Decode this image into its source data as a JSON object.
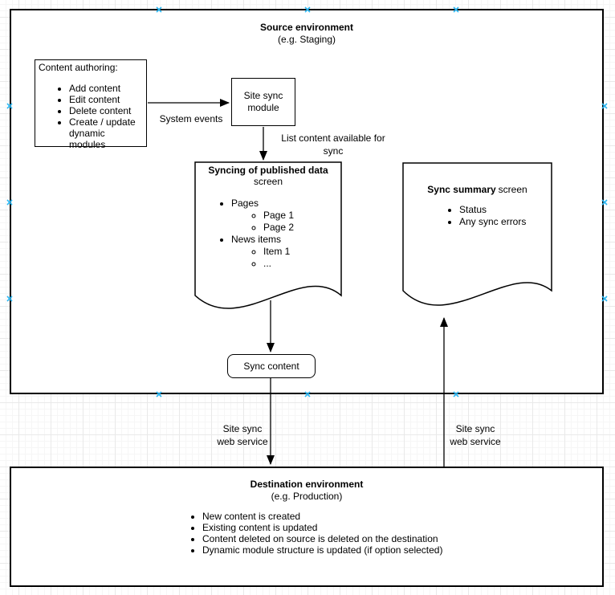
{
  "colors": {
    "stroke": "#000000",
    "background": "#ffffff",
    "connection_point": "#29b6f2"
  },
  "source_environment": {
    "title": "Source environment",
    "subtitle": "(e.g. Staging)"
  },
  "content_authoring": {
    "title": "Content authoring:",
    "items": [
      "Add content",
      "Edit content",
      "Delete content",
      "Create / update dynamic modules"
    ]
  },
  "site_sync_module": {
    "label": "Site sync\nmodule"
  },
  "edge_labels": {
    "system_events": "System events",
    "list_content": "List content available for\nsync",
    "left_web_service": "Site sync\nweb service",
    "right_web_service": "Site sync\nweb service"
  },
  "syncing_screen": {
    "title": "Syncing of published data",
    "subtitle": "screen",
    "items": [
      {
        "label": "Pages",
        "children": [
          "Page 1",
          "Page 2"
        ]
      },
      {
        "label": "News items",
        "children": [
          "Item 1",
          "..."
        ]
      }
    ]
  },
  "sync_summary_screen": {
    "title": "Sync summary",
    "title_suffix": "screen",
    "items": [
      "Status",
      "Any sync errors"
    ]
  },
  "sync_content_button": {
    "label": "Sync content"
  },
  "destination_environment": {
    "title": "Destination environment",
    "subtitle": "(e.g. Production)",
    "items": [
      "New content is created",
      "Existing content is updated",
      "Content deleted on source is deleted on the destination",
      "Dynamic module structure is updated (if option selected)"
    ]
  }
}
